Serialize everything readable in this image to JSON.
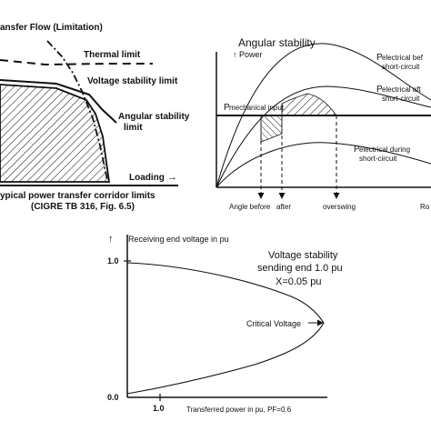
{
  "colors": {
    "ink": "#111111",
    "background": "#ffffff"
  },
  "panel_transfer": {
    "title": "ansfer Flow  (Limitation)",
    "thermal_label": "Thermal limit",
    "voltage_label": "Voltage stability limit",
    "angular_label_1": "Angular stability",
    "angular_label_2": "limit",
    "loading_label": "Loading",
    "loading_arrow": "→",
    "caption_1": "ypical power transfer corridor limits",
    "caption_2": "(CIGRE TB 316, Fig. 6.5)"
  },
  "panel_angular": {
    "title": "Angular stability",
    "y_label": "↑ Power",
    "p_mech": "mechanical input",
    "p_before_1": "electrical bef",
    "p_before_2": "short-circuit",
    "p_after_1": "electrical aft",
    "p_after_2": "short-circuit",
    "p_during_1": "electrical during",
    "p_during_2": "short-circuit",
    "p_letter": "P",
    "angle_before": "Angle before",
    "after": "after",
    "overswing": "overswing",
    "x_label": "Ro"
  },
  "panel_voltage": {
    "y_arrow": "↑",
    "y_label": "Receiving end voltage in pu",
    "y_tick_top": "1.0",
    "y_tick_bottom": "0.0",
    "x_tick": "1.0",
    "x_label": "Transferred power in pu, PF=0.6",
    "title_1": "Voltage stability",
    "title_2": "sending end  1.0 pu",
    "title_3": "X=0.05 pu",
    "critical_label": "Critical Voltage"
  }
}
